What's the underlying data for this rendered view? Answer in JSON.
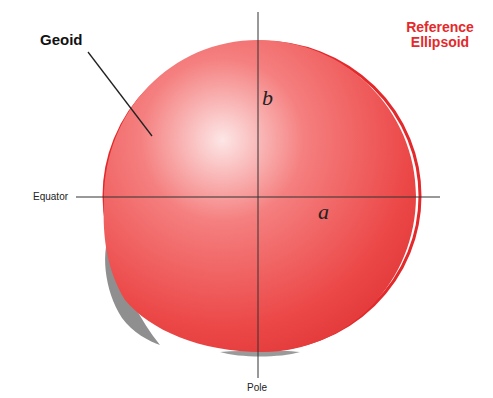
{
  "diagram": {
    "labels": [
      "Geoid",
      "Reference Ellipsoid",
      "b",
      "a",
      "Equator",
      "Pole"
    ]
  }
}
